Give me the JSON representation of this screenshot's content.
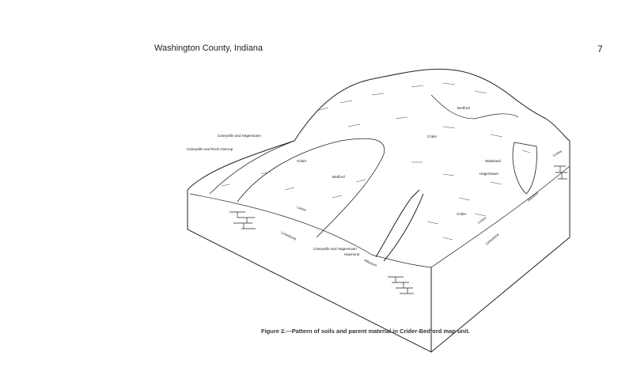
{
  "header": {
    "running_title": "Washington County, Indiana",
    "page_number": "7"
  },
  "figure": {
    "caption": "Figure 2.—Pattern of soils and parent material in Crider-Bedford map unit.",
    "labels": {
      "caneyville_hagerstown_upper": "Caneyville and Hagerstown",
      "caneyville_rock_outcrop": "Caneyville and Rock Outcrop",
      "crider_left": "Crider",
      "bedford_left": "Bedford",
      "bedford_top": "Bedford",
      "crider_top": "Crider",
      "wakeland": "Wakeland",
      "hagerstown": "Hagerstown",
      "alluvium_right": "Alluvium",
      "loess_right_edge": "Loess",
      "crider_right": "Crider",
      "loess_left": "Loess",
      "limestone_left": "Limestone",
      "caneyville_hagerstown_lower": "Caneyville and Hagerstown",
      "haymond": "Haymond",
      "alluvium_lower": "Alluvium",
      "loess_right": "Loess",
      "limestone_right": "Limestone"
    }
  }
}
